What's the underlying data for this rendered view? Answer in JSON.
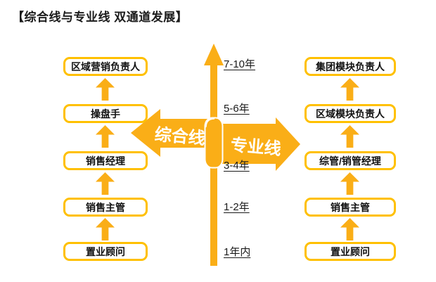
{
  "title": "【综合线与专业线 双通道发展】",
  "timeline": {
    "direction": "up",
    "labels": [
      "7-10年",
      "5-6年",
      "3-4年",
      "1-2年",
      "1年内"
    ]
  },
  "left_track": {
    "name": "综合线",
    "levels": [
      "区域营销负责人",
      "操盘手",
      "销售经理",
      "销售主管",
      "置业顾问"
    ]
  },
  "right_track": {
    "name": "专业线",
    "levels": [
      "集团模块负责人",
      "区域模块负责人",
      "综管/销管经理",
      "销售主管",
      "置业顾问"
    ]
  },
  "colors": {
    "accent_yellow": "#FAAE17",
    "box_border_yellow": "#FFC000",
    "text_color": "#1A1A1A",
    "arrow_label_white": "#FFFFFF"
  }
}
